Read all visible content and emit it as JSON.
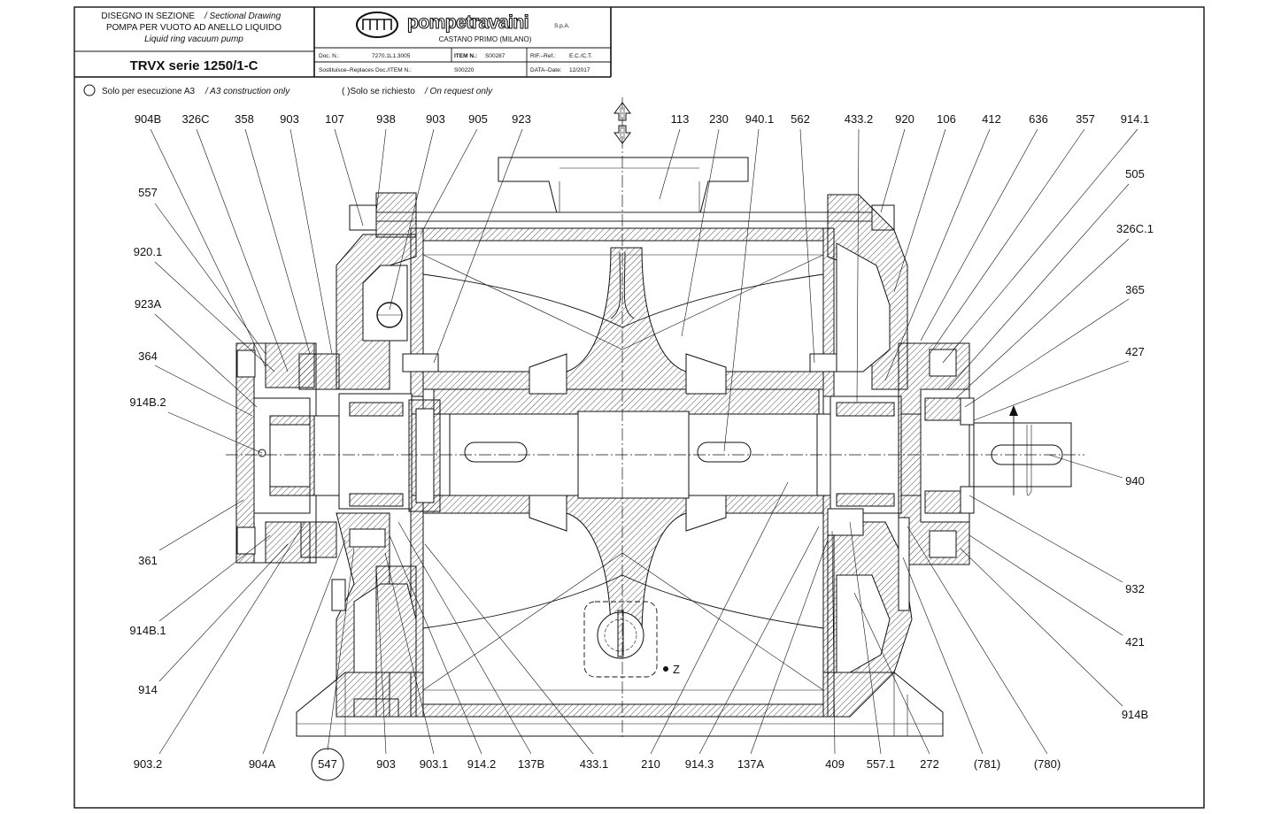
{
  "title_block": {
    "title_it_line1": "DISEGNO IN SEZIONE",
    "title_en_line1": "/ Sectional Drawing",
    "title_it_line2": "POMPA PER VUOTO AD ANELLO LIQUIDO",
    "title_en_line3": "Liquid ring vacuum pump",
    "model": "TRVX serie 1250/1-C",
    "company": "pompetravaini",
    "company_suffix": "S.p.A.",
    "location": "CASTANO PRIMO  (MILANO)",
    "doc_label": "Doc. N.:",
    "doc_value": "7270.1L1.3005",
    "item_label": "ITEM N.:",
    "item_value": "S00287",
    "ref_label": "RIF.–Ref.:",
    "ref_value": "E.C./C.T.",
    "replaces_label": "Sostituisce–Replaces Doc./ITEM N.:",
    "replaces_value": "S00220",
    "date_label": "DATA–Date:",
    "date_value": "12/2017"
  },
  "notes": {
    "a3_text_it": "Solo per esecuzione A3",
    "a3_text_en": "/ A3 construction only",
    "request_text_it": "( )Solo se richiesto",
    "request_text_en": "/ On request only"
  },
  "view_mark": "Z",
  "part_labels": {
    "top": [
      "904B",
      "326C",
      "358",
      "903",
      "107",
      "938",
      "903",
      "905",
      "923",
      "113",
      "230",
      "940.1",
      "562",
      "433.2",
      "920",
      "106",
      "412",
      "636",
      "357",
      "914.1"
    ],
    "left": [
      "557",
      "920.1",
      "923A",
      "364",
      "914B.2",
      "361",
      "914B.1",
      "914",
      "903.2"
    ],
    "right": [
      "505",
      "326C.1",
      "365",
      "427",
      "940",
      "932",
      "421",
      "914B"
    ],
    "bottom": [
      "904A",
      "547",
      "903",
      "903.1",
      "914.2",
      "137B",
      "433.1",
      "210",
      "914.3",
      "137A",
      "409",
      "557.1",
      "272",
      "(781)",
      "(780)"
    ]
  }
}
